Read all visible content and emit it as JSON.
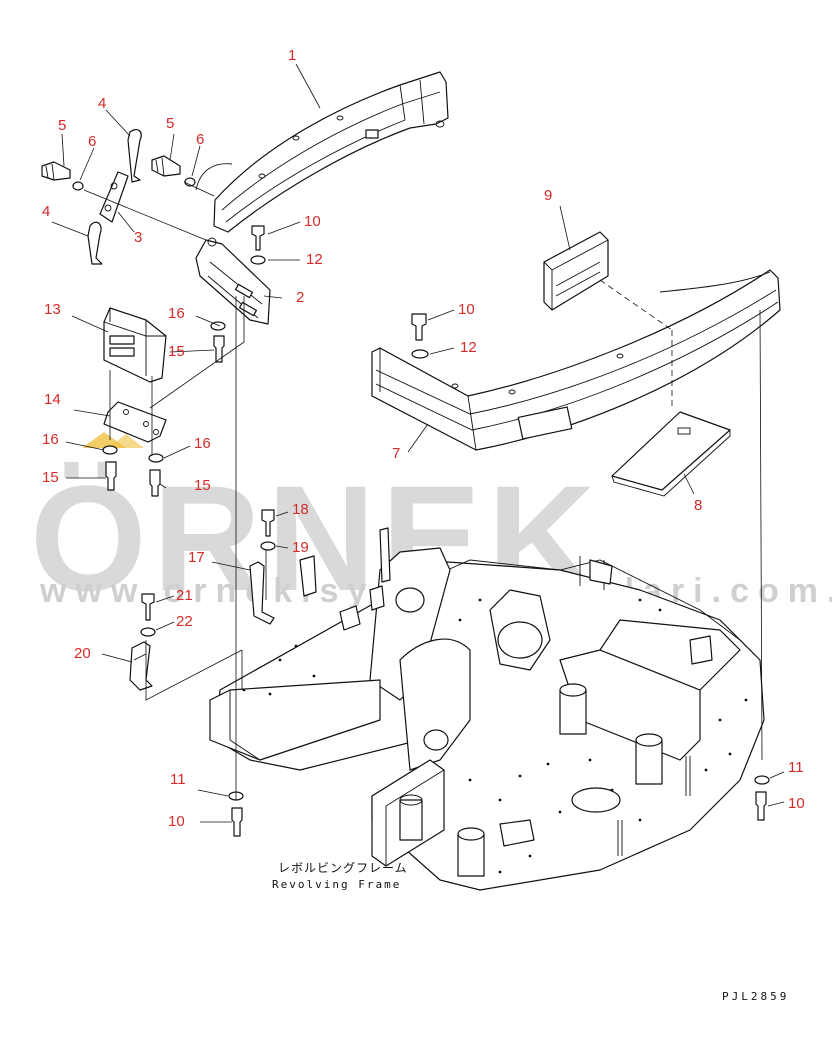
{
  "watermark": {
    "brand": "ÖRNEK",
    "url": "www.ornekisyedekparcalari.com.tr",
    "accent_color": "#f0c040"
  },
  "caption": {
    "japanese": "レボルビングフレーム",
    "english": "Revolving Frame"
  },
  "drawing_code": "PJL2859",
  "colors": {
    "callout": "#d42a2a",
    "line": "#111111",
    "watermark": "#d9d9d9"
  },
  "callouts": [
    {
      "id": "c1",
      "label": "1"
    },
    {
      "id": "c2",
      "label": "2"
    },
    {
      "id": "c3",
      "label": "3"
    },
    {
      "id": "c4a",
      "label": "4"
    },
    {
      "id": "c4b",
      "label": "4"
    },
    {
      "id": "c5a",
      "label": "5"
    },
    {
      "id": "c5b",
      "label": "5"
    },
    {
      "id": "c6a",
      "label": "6"
    },
    {
      "id": "c6b",
      "label": "6"
    },
    {
      "id": "c7",
      "label": "7"
    },
    {
      "id": "c8",
      "label": "8"
    },
    {
      "id": "c9",
      "label": "9"
    },
    {
      "id": "c10a",
      "label": "10"
    },
    {
      "id": "c10b",
      "label": "10"
    },
    {
      "id": "c10c",
      "label": "10"
    },
    {
      "id": "c10d",
      "label": "10"
    },
    {
      "id": "c11a",
      "label": "11"
    },
    {
      "id": "c11b",
      "label": "11"
    },
    {
      "id": "c12a",
      "label": "12"
    },
    {
      "id": "c12b",
      "label": "12"
    },
    {
      "id": "c13",
      "label": "13"
    },
    {
      "id": "c14",
      "label": "14"
    },
    {
      "id": "c15a",
      "label": "15"
    },
    {
      "id": "c15b",
      "label": "15"
    },
    {
      "id": "c15c",
      "label": "15"
    },
    {
      "id": "c16a",
      "label": "16"
    },
    {
      "id": "c16b",
      "label": "16"
    },
    {
      "id": "c16c",
      "label": "16"
    },
    {
      "id": "c17",
      "label": "17"
    },
    {
      "id": "c18",
      "label": "18"
    },
    {
      "id": "c19",
      "label": "19"
    },
    {
      "id": "c20",
      "label": "20"
    },
    {
      "id": "c21",
      "label": "21"
    },
    {
      "id": "c22",
      "label": "22"
    }
  ]
}
